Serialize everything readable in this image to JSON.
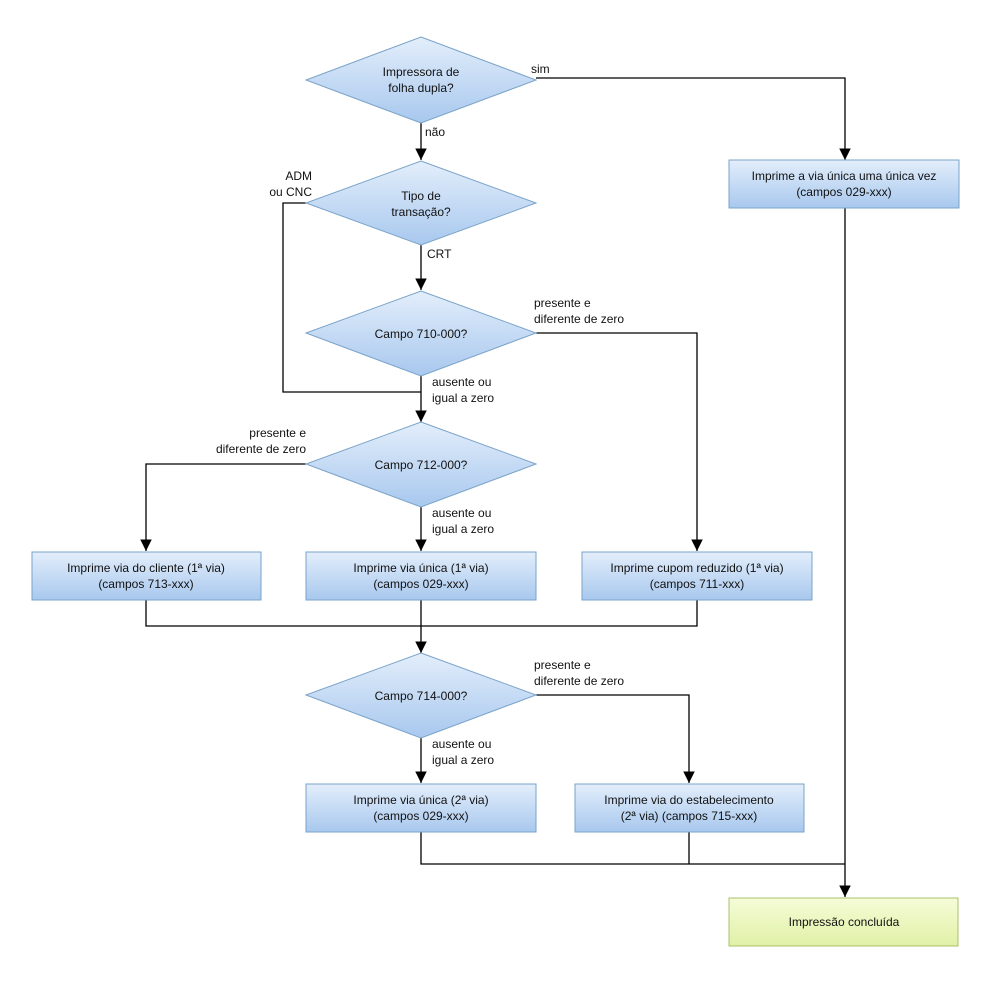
{
  "decisions": {
    "d1": {
      "lines": [
        "Impressora de",
        "folha dupla?"
      ]
    },
    "d2": {
      "lines": [
        "Tipo de",
        "transação?"
      ]
    },
    "d3": {
      "lines": [
        "Campo 710-000?"
      ]
    },
    "d4": {
      "lines": [
        "Campo 712-000?"
      ]
    },
    "d5": {
      "lines": [
        "Campo 714-000?"
      ]
    }
  },
  "boxes": {
    "via_unica_unica_vez": {
      "lines": [
        "Imprime a via única uma única vez",
        "(campos 029-xxx)"
      ]
    },
    "via_cliente": {
      "lines": [
        "Imprime via do cliente (1ª via)",
        "(campos 713-xxx)"
      ]
    },
    "via_unica_1": {
      "lines": [
        "Imprime via única (1ª via)",
        "(campos 029-xxx)"
      ]
    },
    "cupom_reduzido": {
      "lines": [
        "Imprime cupom reduzido (1ª via)",
        "(campos 711-xxx)"
      ]
    },
    "via_unica_2": {
      "lines": [
        "Imprime via única (2ª via)",
        "(campos 029-xxx)"
      ]
    },
    "via_estabelecimento": {
      "lines": [
        "Imprime via do estabelecimento",
        "(2ª via) (campos 715-xxx)"
      ]
    },
    "concluida": {
      "lines": [
        "Impressão concluída"
      ]
    }
  },
  "edge_labels": {
    "d1_sim": [
      "sim"
    ],
    "d1_nao": [
      "não"
    ],
    "d2_adm": [
      "ADM",
      "ou CNC"
    ],
    "d2_crt": [
      "CRT"
    ],
    "d3_presente": [
      "presente e",
      "diferente de zero"
    ],
    "d3_ausente": [
      "ausente ou",
      "igual a zero"
    ],
    "d4_presente": [
      "presente e",
      "diferente de zero"
    ],
    "d4_ausente": [
      "ausente ou",
      "igual a zero"
    ],
    "d5_presente": [
      "presente e",
      "diferente de zero"
    ],
    "d5_ausente": [
      "ausente ou",
      "igual a zero"
    ]
  },
  "colors": {
    "node_fill_top": "#e3eefb",
    "node_fill_bottom": "#a8c8ee",
    "node_border": "#7aa3c9",
    "final_fill_top": "#f6fcd8",
    "final_fill_bottom": "#e0f1a6",
    "final_border": "#a9c06b",
    "edge": "#000000"
  }
}
